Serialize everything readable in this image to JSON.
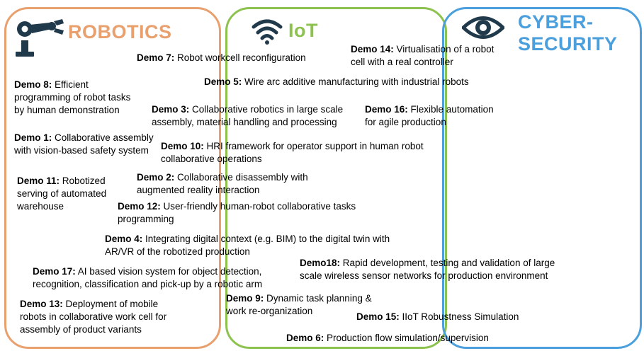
{
  "colors": {
    "robotics": "#E8A06E",
    "iot": "#8DC24F",
    "cyber": "#4A9FDC",
    "icon_dark": "#203A4C"
  },
  "categories": {
    "robotics": {
      "title": "ROBOTICS",
      "icon": "robot-arm-icon"
    },
    "iot": {
      "title": "IoT",
      "icon": "wifi-icon"
    },
    "cyber": {
      "title_line1": "CYBER-",
      "title_line2": "SECURITY",
      "icon": "eye-icon"
    }
  },
  "demos": {
    "d7": {
      "label": "Demo 7:",
      "text": " Robot workcell reconfiguration"
    },
    "d14": {
      "label": "Demo 14:",
      "text": " Virtualisation of a robot",
      "text2": "cell with a real controller"
    },
    "d8": {
      "label": "Demo 8:",
      "text": " Efficient",
      "text2": "programming of robot tasks",
      "text3": "by human demonstration"
    },
    "d5": {
      "label": "Demo 5:",
      "text": " Wire arc additive manufacturing with industrial robots"
    },
    "d3": {
      "label": "Demo 3:",
      "text": " Collaborative robotics in large scale",
      "text2": "assembly, material handling and processing"
    },
    "d16": {
      "label": "Demo 16:",
      "text": " Flexible automation",
      "text2": "for agile production"
    },
    "d1": {
      "label": "Demo 1:",
      "text": " Collaborative assembly",
      "text2": "with vision-based safety system"
    },
    "d10": {
      "label": "Demo 10:",
      "text": " HRI framework for operator support in human robot",
      "text2": "collaborative operations"
    },
    "d2": {
      "label": "Demo 2:",
      "text": " Collaborative disassembly with",
      "text2": "augmented reality interaction"
    },
    "d11": {
      "label": "Demo 11:",
      "text": " Robotized",
      "text2": "serving of automated",
      "text3": "warehouse"
    },
    "d12": {
      "label": "Demo 12:",
      "text": " User-friendly human-robot collaborative tasks",
      "text2": "programming"
    },
    "d4": {
      "label": "Demo 4:",
      "text": " Integrating digital context (e.g. BIM) to the digital twin with",
      "text2": "AR/VR of the robotized production"
    },
    "d18": {
      "label": "Demo18:",
      "text": " Rapid development, testing and validation of large",
      "text2": "scale wireless sensor networks for production environment"
    },
    "d17": {
      "label": "Demo 17:",
      "text": " AI based vision system for object detection,",
      "text2": "recognition, classification and pick-up by a robotic arm"
    },
    "d13": {
      "label": "Demo 13:",
      "text": " Deployment of mobile",
      "text2": "robots in collaborative work cell for",
      "text3": "assembly of product variants"
    },
    "d9": {
      "label": "Demo 9:",
      "text": " Dynamic task planning &",
      "text2": "work re-organization"
    },
    "d15": {
      "label": "Demo 15:",
      "text": " IIoT Robustness Simulation"
    },
    "d6": {
      "label": "Demo 6:",
      "text": " Production flow simulation/supervision"
    }
  }
}
